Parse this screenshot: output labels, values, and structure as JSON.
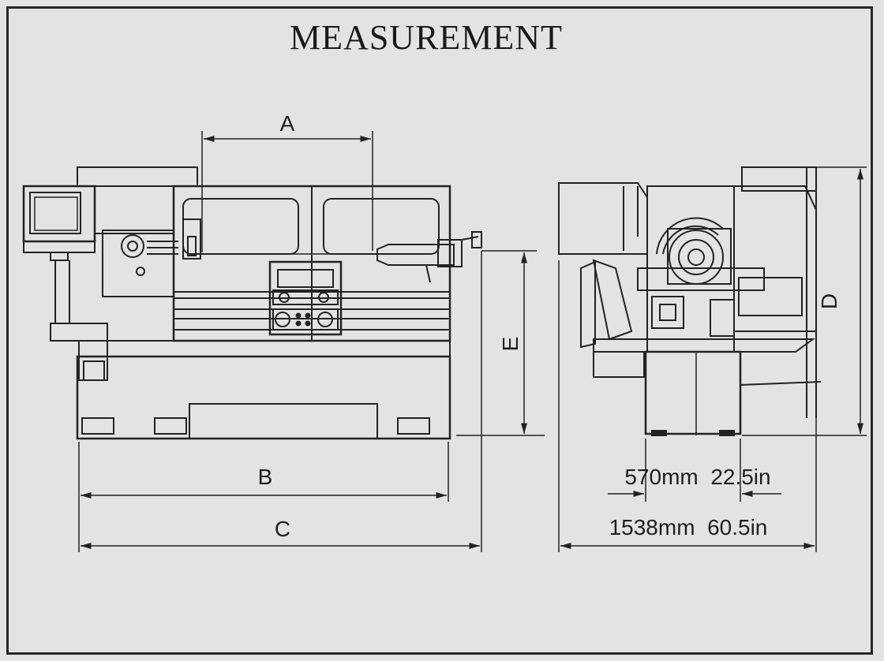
{
  "title": "MEASUREMENT",
  "dimension_labels": {
    "a": "A",
    "b": "B",
    "c": "C",
    "d": "D",
    "e": "E"
  },
  "side_view_dimensions": {
    "width_small": "570mm  22.5in",
    "width_total": "1538mm  60.5in"
  },
  "colors": {
    "ink": "#1f1f1f",
    "paper": "#e3e3e3"
  }
}
